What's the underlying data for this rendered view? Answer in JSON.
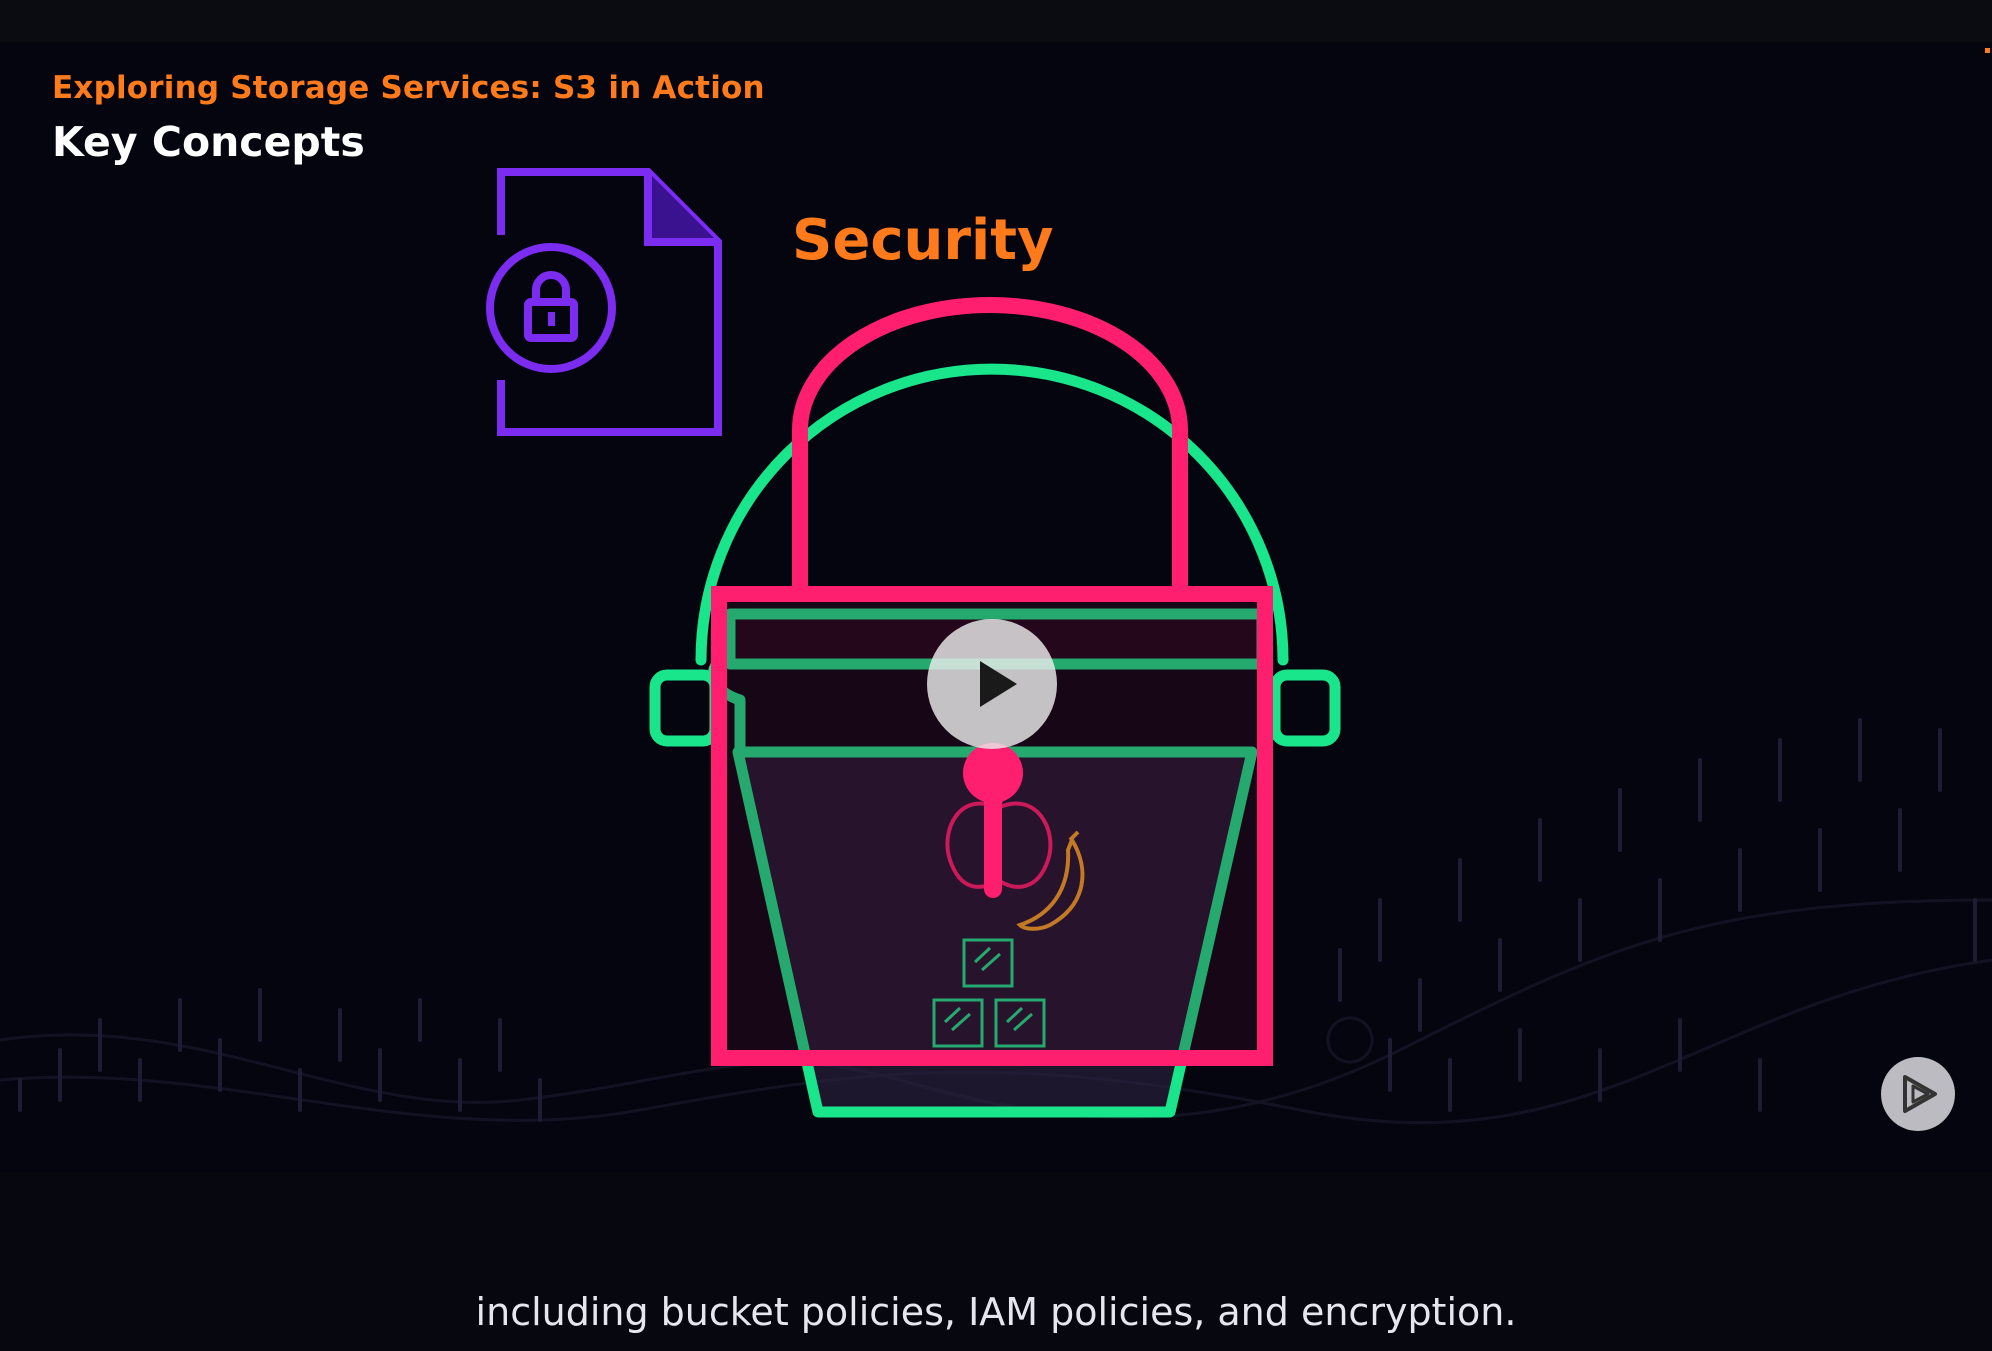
{
  "slide": {
    "course_title": "Exploring Storage Services: S3 in Action",
    "section_title": "Key Concepts",
    "topic_label": "Security"
  },
  "player": {
    "play_icon": "play-icon",
    "brand_icon": "pluralsight-logo-icon"
  },
  "subtitle": {
    "text": "including bucket policies, IAM policies, and encryption."
  },
  "colors": {
    "accent_orange": "#ff7a1a",
    "neon_pink": "#ff1f6e",
    "neon_green": "#19e68a",
    "purple": "#7b2cf0",
    "background": "#050510"
  }
}
